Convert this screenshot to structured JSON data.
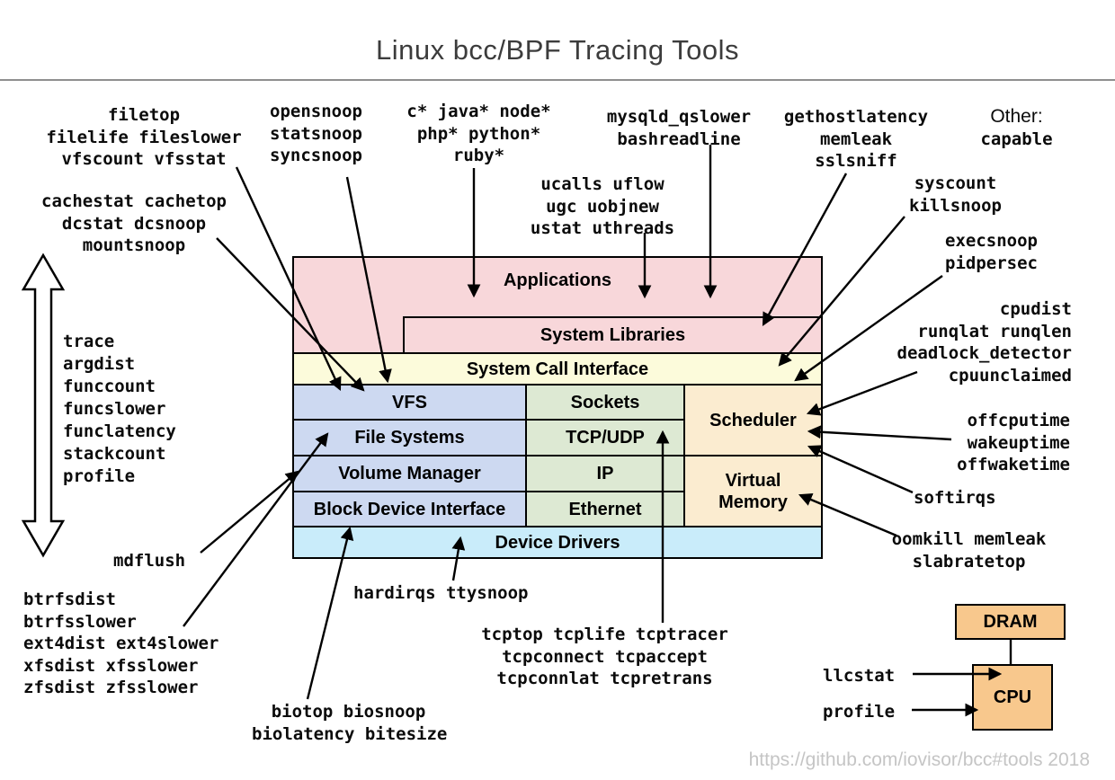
{
  "title": "Linux bcc/BPF Tracing Tools",
  "footer": "https://github.com/iovisor/bcc#tools 2018",
  "stack": {
    "applications": "Applications",
    "system_libraries": "System Libraries",
    "syscall_interface": "System Call Interface",
    "vfs": "VFS",
    "sockets": "Sockets",
    "scheduler": "Scheduler",
    "file_systems": "File Systems",
    "tcp_udp": "TCP/UDP",
    "volume_manager": "Volume Manager",
    "ip": "IP",
    "virtual_memory_line1": "Virtual",
    "virtual_memory_line2": "Memory",
    "block_device": "Block Device Interface",
    "ethernet": "Ethernet",
    "device_drivers": "Device Drivers"
  },
  "hw": {
    "dram": "DRAM",
    "cpu": "CPU"
  },
  "labels": {
    "filetop": [
      "filetop",
      "filelife fileslower",
      "vfscount vfsstat"
    ],
    "opensnoop": [
      "opensnoop",
      "statsnoop",
      "syncsnoop"
    ],
    "runtimes": [
      "c* java* node*",
      "php* python*",
      "ruby*"
    ],
    "mysqld": [
      "mysqld_qslower",
      "bashreadline"
    ],
    "gethostlatency": [
      "gethostlatency",
      "memleak",
      "sslsniff"
    ],
    "other": {
      "title": "Other:",
      "tool": "capable"
    },
    "ucalls": [
      "ucalls uflow",
      "ugc uobjnew",
      "ustat uthreads"
    ],
    "cachestat": [
      "cachestat cachetop",
      "dcstat dcsnoop",
      "mountsnoop"
    ],
    "syscount": [
      "syscount",
      "killsnoop"
    ],
    "execsnoop": [
      "execsnoop",
      "pidpersec"
    ],
    "cpudist": [
      "cpudist",
      "runqlat runqlen",
      "deadlock_detector",
      "cpuunclaimed"
    ],
    "offcputime": [
      "offcputime",
      "wakeuptime",
      "offwaketime"
    ],
    "softirqs": [
      "softirqs"
    ],
    "oomkill": [
      "oomkill memleak",
      "slabratetop"
    ],
    "generic": [
      "trace",
      "argdist",
      "funccount",
      "funcslower",
      "funclatency",
      "stackcount",
      "profile"
    ],
    "mdflush": [
      "mdflush"
    ],
    "fs_tools": [
      "btrfsdist",
      "btrfsslower",
      "ext4dist ext4slower",
      "xfsdist xfsslower",
      "zfsdist zfsslower"
    ],
    "hardirqs": [
      "hardirqs ttysnoop"
    ],
    "biotop": [
      "biotop biosnoop",
      "biolatency bitesize"
    ],
    "tcp": [
      "tcptop tcplife tcptracer",
      "tcpconnect tcpaccept",
      "tcpconnlat tcpretrans"
    ],
    "llcstat": [
      "llcstat"
    ],
    "profile_cpu": [
      "profile"
    ]
  },
  "colors": {
    "applications_fill": "#f8d7da",
    "syscall_fill": "#fcfbdb",
    "storage_fill": "#cdd9f1",
    "network_fill": "#dde9d3",
    "scheduler_fill": "#fbecd0",
    "drivers_fill": "#c9ecfa",
    "hardware_fill": "#f8c88d",
    "line": "#000000",
    "footer_text": "#c5c5c5"
  }
}
